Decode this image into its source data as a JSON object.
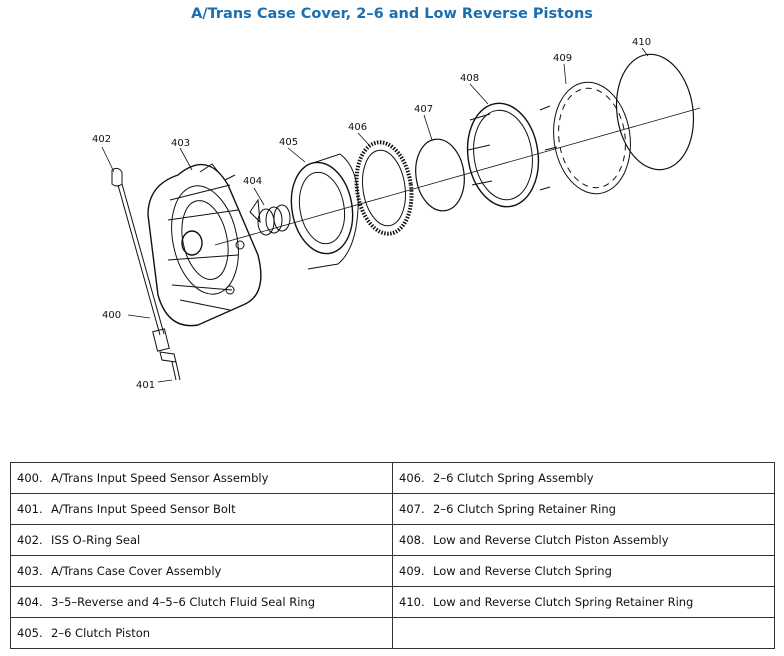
{
  "title": "A/Trans Case Cover, 2–6 and Low Reverse Pistons",
  "callouts": {
    "c400": "400",
    "c401": "401",
    "c402": "402",
    "c403": "403",
    "c404": "404",
    "c405": "405",
    "c406": "406",
    "c407": "407",
    "c408": "408",
    "c409": "409",
    "c410": "410"
  },
  "legend": {
    "rows": [
      {
        "left": {
          "num": "400.",
          "label": "A/Trans Input Speed Sensor Assembly"
        },
        "right": {
          "num": "406.",
          "label": "2–6 Clutch Spring Assembly"
        }
      },
      {
        "left": {
          "num": "401.",
          "label": "A/Trans Input Speed Sensor Bolt"
        },
        "right": {
          "num": "407.",
          "label": "2–6 Clutch Spring Retainer Ring"
        }
      },
      {
        "left": {
          "num": "402.",
          "label": "ISS O-Ring Seal"
        },
        "right": {
          "num": "408.",
          "label": "Low and Reverse Clutch Piston Assembly"
        }
      },
      {
        "left": {
          "num": "403.",
          "label": "A/Trans Case Cover Assembly"
        },
        "right": {
          "num": "409.",
          "label": "Low and Reverse Clutch Spring"
        }
      },
      {
        "left": {
          "num": "404.",
          "label": "3–5–Reverse and 4–5–6 Clutch Fluid Seal Ring"
        },
        "right": {
          "num": "410.",
          "label": "Low and Reverse Clutch Spring Retainer Ring"
        }
      },
      {
        "left": {
          "num": "405.",
          "label": "2–6 Clutch Piston"
        },
        "right": {
          "num": "",
          "label": ""
        }
      }
    ]
  }
}
